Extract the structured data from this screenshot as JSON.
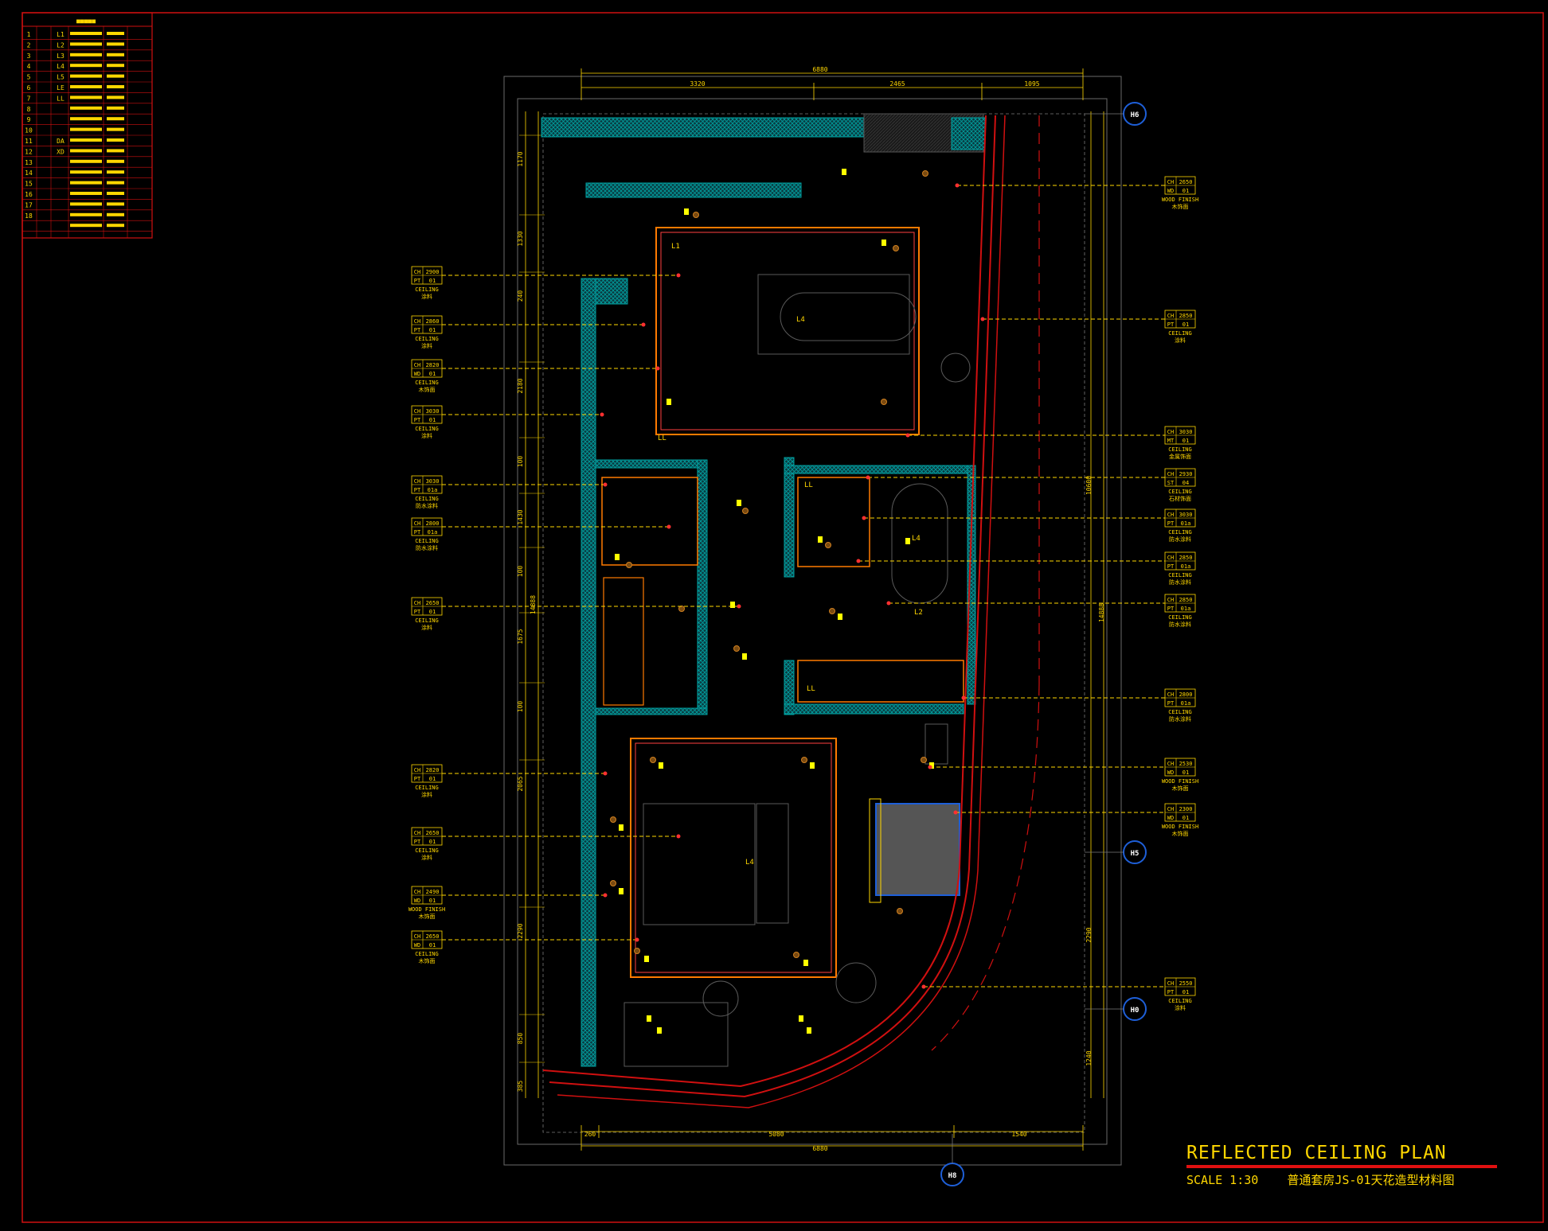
{
  "drawing": {
    "title": "REFLECTED CEILING PLAN",
    "scale": "SCALE 1:30",
    "subtitle": "普通套房JS-01天花造型材料图"
  },
  "legend": {
    "rows": [
      {
        "no": "1",
        "code": "L1"
      },
      {
        "no": "2",
        "code": "L2"
      },
      {
        "no": "3",
        "code": "L3"
      },
      {
        "no": "4",
        "code": "L4"
      },
      {
        "no": "5",
        "code": "L5"
      },
      {
        "no": "6",
        "code": "LE"
      },
      {
        "no": "7",
        "code": "LL"
      },
      {
        "no": "8",
        "code": ""
      },
      {
        "no": "9",
        "code": ""
      },
      {
        "no": "10",
        "code": ""
      },
      {
        "no": "11",
        "code": "DA"
      },
      {
        "no": "12",
        "code": "XD"
      },
      {
        "no": "13",
        "code": ""
      },
      {
        "no": "14",
        "code": ""
      },
      {
        "no": "15",
        "code": ""
      },
      {
        "no": "16",
        "code": ""
      },
      {
        "no": "17",
        "code": ""
      },
      {
        "no": "18",
        "code": ""
      },
      {
        "no": "",
        "code": ""
      }
    ]
  },
  "dimensions": {
    "top_total": "6880",
    "top_a": "3320",
    "top_b": "2465",
    "top_c": "1095",
    "bottom_total": "6880",
    "bottom_a": "260",
    "bottom_b": "5080",
    "bottom_c": "1540",
    "left": [
      "1170",
      "1330",
      "240",
      "2180",
      "100",
      "1430",
      "100",
      "1675",
      "100",
      "2065",
      "2290",
      "850",
      "385"
    ],
    "right": [
      "10600",
      "14888",
      "2290",
      "1240"
    ],
    "left_total": "14888"
  },
  "sections": [
    {
      "label": "H6"
    },
    {
      "label": "H5"
    },
    {
      "label": "H0"
    },
    {
      "label": "H8"
    }
  ],
  "room_labels": [
    "L1",
    "L4",
    "LL",
    "LL",
    "L4",
    "L2",
    "LL",
    "L4"
  ],
  "tags_left": [
    {
      "ch": "2900",
      "code": "PT",
      "num": "01",
      "en": "CEILING",
      "cn": "涂料"
    },
    {
      "ch": "2860",
      "code": "PT",
      "num": "01",
      "en": "CEILING",
      "cn": "涂料"
    },
    {
      "ch": "2820",
      "code": "WD",
      "num": "01",
      "en": "CEILING",
      "cn": "木饰面"
    },
    {
      "ch": "3030",
      "code": "PT",
      "num": "01",
      "en": "CEILING",
      "cn": "涂料"
    },
    {
      "ch": "3030",
      "code": "PT",
      "num": "01a",
      "en": "CEILING",
      "cn": "防水涂料"
    },
    {
      "ch": "2800",
      "code": "PT",
      "num": "01a",
      "en": "CEILING",
      "cn": "防水涂料"
    },
    {
      "ch": "2650",
      "code": "PT",
      "num": "01",
      "en": "CEILING",
      "cn": "涂料"
    },
    {
      "ch": "2820",
      "code": "PT",
      "num": "01",
      "en": "CEILING",
      "cn": "涂料"
    },
    {
      "ch": "2650",
      "code": "PT",
      "num": "01",
      "en": "CEILING",
      "cn": "涂料"
    },
    {
      "ch": "2490",
      "code": "WD",
      "num": "01",
      "en": "WOOD FINISH",
      "cn": "木饰面"
    },
    {
      "ch": "2650",
      "code": "WD",
      "num": "01",
      "en": "CEILING",
      "cn": "木饰面"
    }
  ],
  "tags_right": [
    {
      "ch": "2650",
      "code": "WD",
      "num": "01",
      "en": "WOOD FINISH",
      "cn": "木饰面"
    },
    {
      "ch": "2850",
      "code": "PT",
      "num": "01",
      "en": "CEILING",
      "cn": "涂料"
    },
    {
      "ch": "3030",
      "code": "MT",
      "num": "01",
      "en": "CEILING",
      "cn": "金属饰面"
    },
    {
      "ch": "2930",
      "code": "ST",
      "num": "04",
      "en": "CEILING",
      "cn": "石材饰面"
    },
    {
      "ch": "3030",
      "code": "PT",
      "num": "01a",
      "en": "CEILING",
      "cn": "防水涂料"
    },
    {
      "ch": "2850",
      "code": "PT",
      "num": "01a",
      "en": "CEILING",
      "cn": "防水涂料"
    },
    {
      "ch": "2850",
      "code": "PT",
      "num": "01a",
      "en": "CEILING",
      "cn": "防水涂料"
    },
    {
      "ch": "2800",
      "code": "PT",
      "num": "01a",
      "en": "CEILING",
      "cn": "防水涂料"
    },
    {
      "ch": "2530",
      "code": "WD",
      "num": "01",
      "en": "WOOD FINISH",
      "cn": "木饰面"
    },
    {
      "ch": "2300",
      "code": "WD",
      "num": "01",
      "en": "WOOD FINISH",
      "cn": "木饰面"
    },
    {
      "ch": "2550",
      "code": "PT",
      "num": "01",
      "en": "CEILING",
      "cn": "涂料"
    }
  ],
  "colors": {
    "background": "#000000",
    "border_red": "#d01010",
    "leader_yellow": "#ffd700",
    "wall_cyan": "#00a0a0",
    "orange_line": "#ff7a00",
    "section_blue": "#1e5fd8"
  }
}
